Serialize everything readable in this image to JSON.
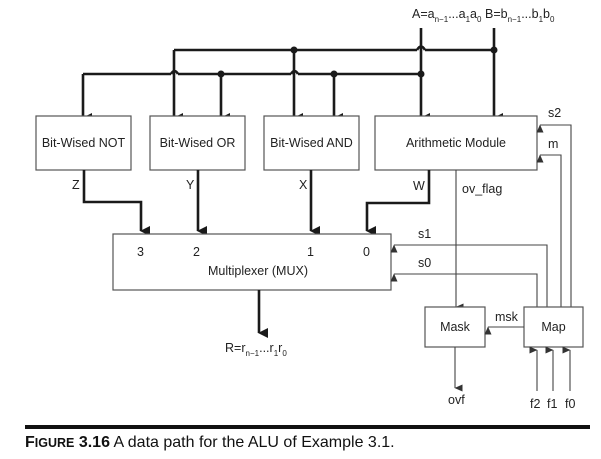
{
  "inputs": {
    "A": {
      "lhs": "A",
      "eq": "=",
      "body": "a",
      "terms": [
        "n−1",
        "...a",
        "1",
        "a",
        "0"
      ]
    },
    "B": {
      "lhs": "B",
      "eq": "=",
      "body": "b",
      "terms": [
        "n−1",
        "...b",
        "1",
        "b",
        "0"
      ]
    }
  },
  "blocks": {
    "not": "Bit-Wised NOT",
    "or": "Bit-Wised OR",
    "and": "Bit-Wised AND",
    "arith": "Arithmetic Module",
    "mux": "Multiplexer (MUX)",
    "mask": "Mask",
    "map": "Map"
  },
  "signals": {
    "z": "Z",
    "y": "Y",
    "x": "X",
    "w": "W",
    "ov_flag": "ov_flag",
    "s2": "s2",
    "m": "m",
    "s1": "s1",
    "s0": "s0",
    "msk": "msk",
    "ovf": "ovf",
    "f2": "f2",
    "f1": "f1",
    "f0": "f0"
  },
  "mux_inputs": [
    "3",
    "2",
    "1",
    "0"
  ],
  "output": {
    "lhs": "R",
    "eq": "=",
    "body": "r",
    "terms": [
      "n−1",
      "...r",
      "1",
      "r",
      "0"
    ]
  },
  "caption": {
    "figure_first": "F",
    "figure_rest": "IGURE",
    "figure_num": "3.16",
    "text": "A data path for the ALU of Example 3.1."
  }
}
